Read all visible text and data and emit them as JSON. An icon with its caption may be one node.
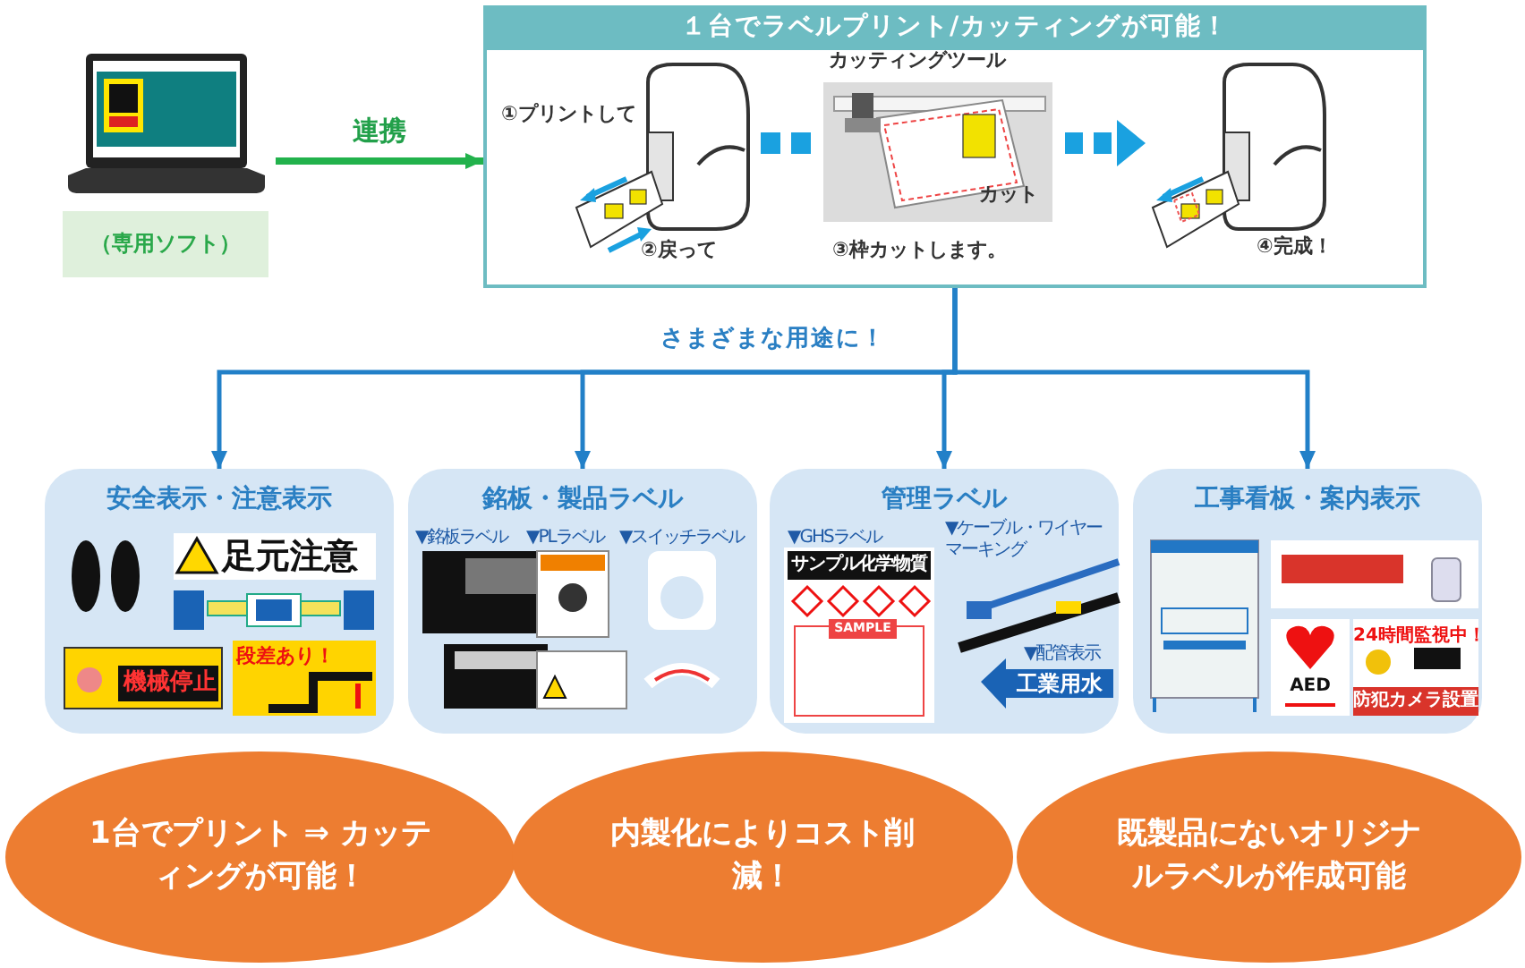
{
  "diagram": {
    "nodes": [
      {
        "text": [
          "（専用ソフト）"
        ]
      },
      {
        "text": [
          "１台でラベルプリント/カッティングが可能！"
        ]
      },
      {
        "text": [],
        "shape": "picture",
        "in": 1,
        "beside": [
          "①プリントして",
          "②戻って"
        ]
      },
      {
        "text": [
          "カット"
        ],
        "in": 1,
        "beside": [
          "カッティングツール",
          "③枠カットします。"
        ]
      },
      {
        "text": [],
        "shape": "picture",
        "in": 1,
        "beside": [
          "④完成！"
        ]
      },
      {
        "text": [
          "安全表示・注意表示"
        ]
      },
      {
        "text": [
          "銘板・製品ラベル"
        ]
      },
      {
        "text": [
          "管理ラベル"
        ]
      },
      {
        "text": [
          "工事看板・案内表示"
        ]
      },
      {
        "text": [
          "1台でプリント ⇒ カッティングが可能！"
        ]
      },
      {
        "text": [
          "内製化によりコスト削減！"
        ]
      },
      {
        "text": [
          "既製品にないオリジナルラベルが作成可能"
        ]
      }
    ],
    "edges": [
      {
        "from": 0,
        "to": 1,
        "arrow": "to",
        "label": "連携",
        "color": "#22b24c"
      },
      {
        "from": 2,
        "to": 3,
        "arrow": "none",
        "style": "dashed",
        "color": "#1aa1e0"
      },
      {
        "from": 3,
        "to": 4,
        "arrow": "to",
        "style": "dashed",
        "color": "#1aa1e0"
      },
      {
        "from": 1,
        "to": 5,
        "arrow": "to"
      },
      {
        "from": 1,
        "to": 6,
        "arrow": "to"
      },
      {
        "from": 1,
        "to": 7,
        "arrow": "to"
      },
      {
        "from": 1,
        "to": 8,
        "arrow": "to"
      }
    ],
    "labels": [
      "さまざまな用途に！",
      "足元注意",
      "機械停止",
      "段差あり！",
      "▼銘板ラベル",
      "▼PLラベル",
      "▼スイッチラベル",
      "▼GHSラベル",
      "サンプル化学物質",
      "SAMPLE",
      "▼ケーブル・ワイヤーマーキング",
      "▼配管表示",
      "工業用水",
      "AED",
      "24時間監視中！",
      "防犯カメラ設置"
    ]
  }
}
